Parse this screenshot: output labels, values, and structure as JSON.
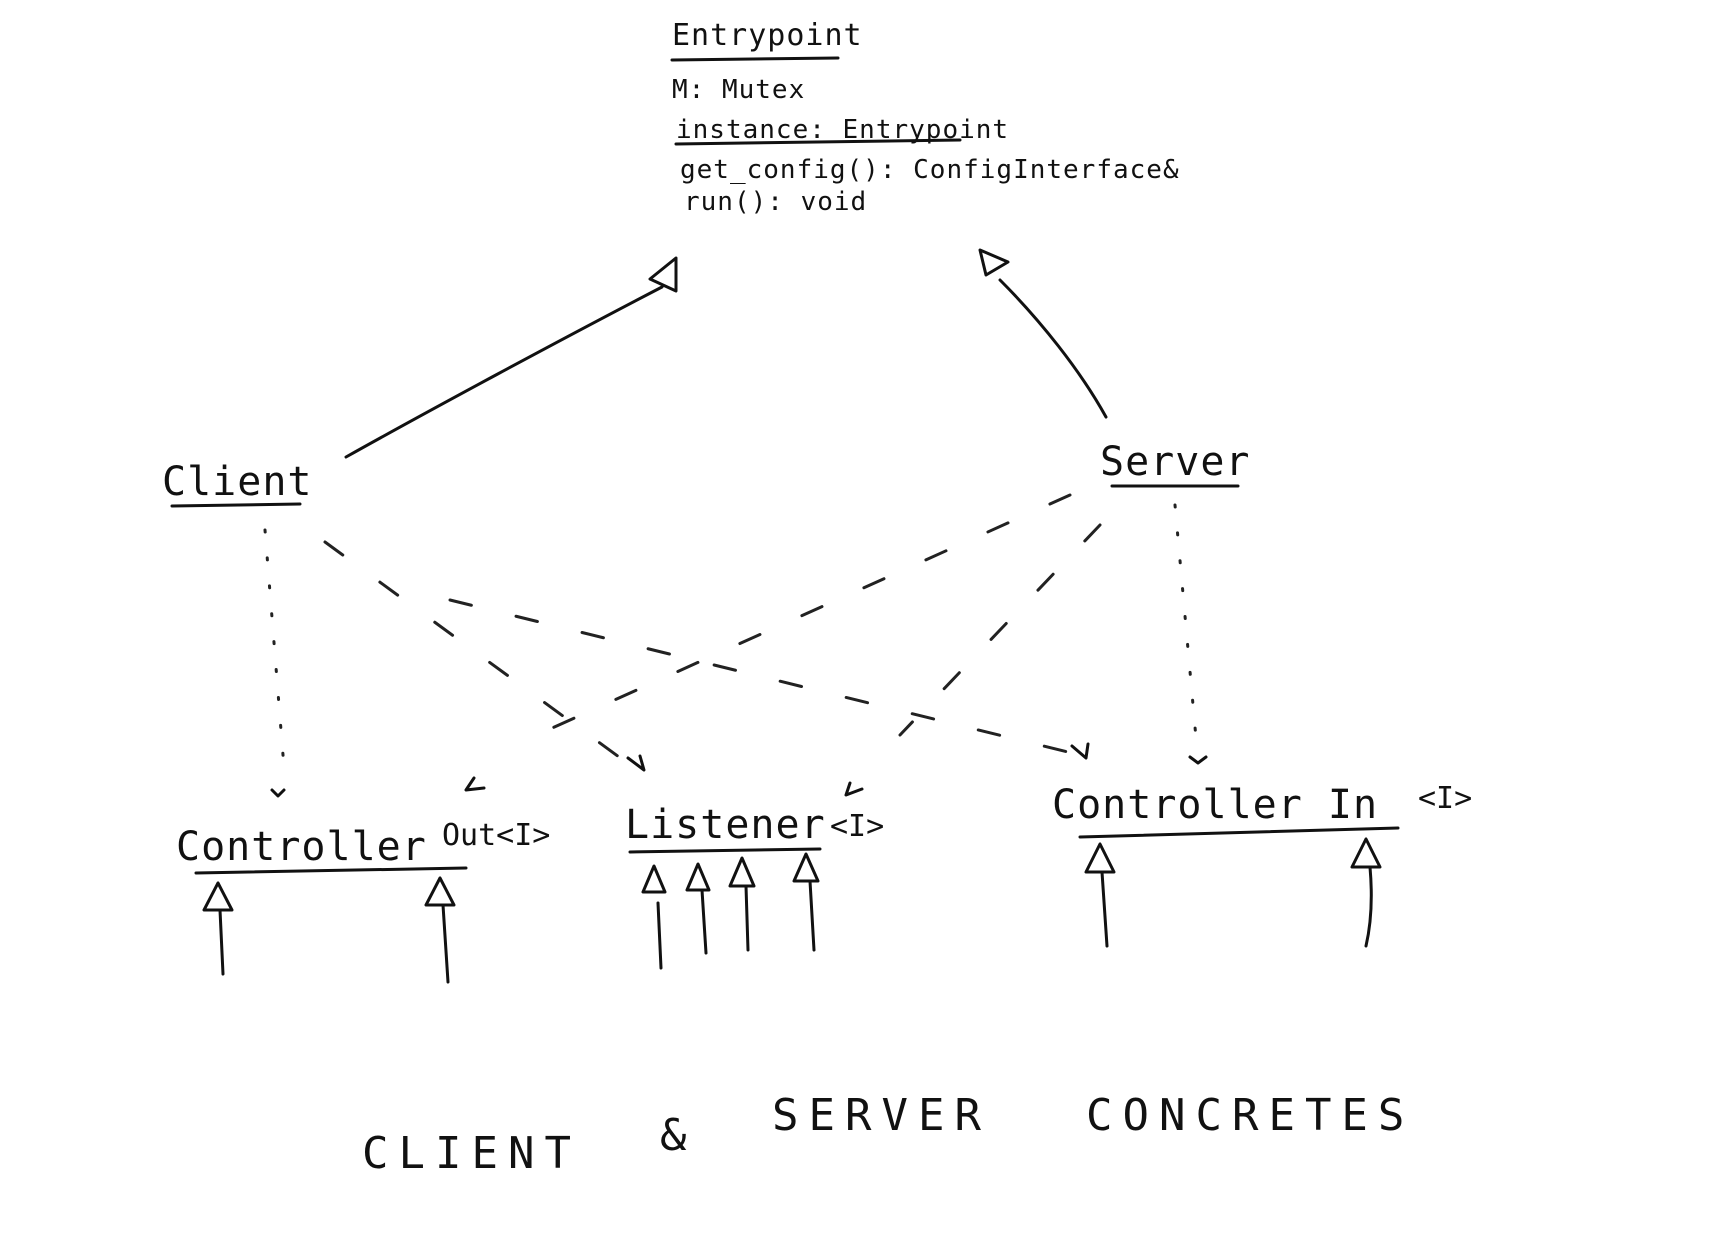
{
  "entrypoint": {
    "name": "Entrypoint",
    "members": [
      "M: Mutex",
      "instance: Entrypoint",
      "get_config(): ConfigInterface&",
      "run(): void"
    ]
  },
  "classes": {
    "client": "Client",
    "server": "Server"
  },
  "interfaces": {
    "controller_out": {
      "name": "Controller",
      "suffix": "Out<I>"
    },
    "listener": {
      "name": "Listener",
      "suffix": "<I>"
    },
    "controller_in": {
      "name": "Controller In",
      "suffix": "<I>"
    }
  },
  "footer": {
    "word1": "CLIENT",
    "word2": "&",
    "word3": "SERVER",
    "word4": "CONCRETES"
  },
  "colors": {
    "ink": "#111111",
    "paper": "#ffffff"
  }
}
